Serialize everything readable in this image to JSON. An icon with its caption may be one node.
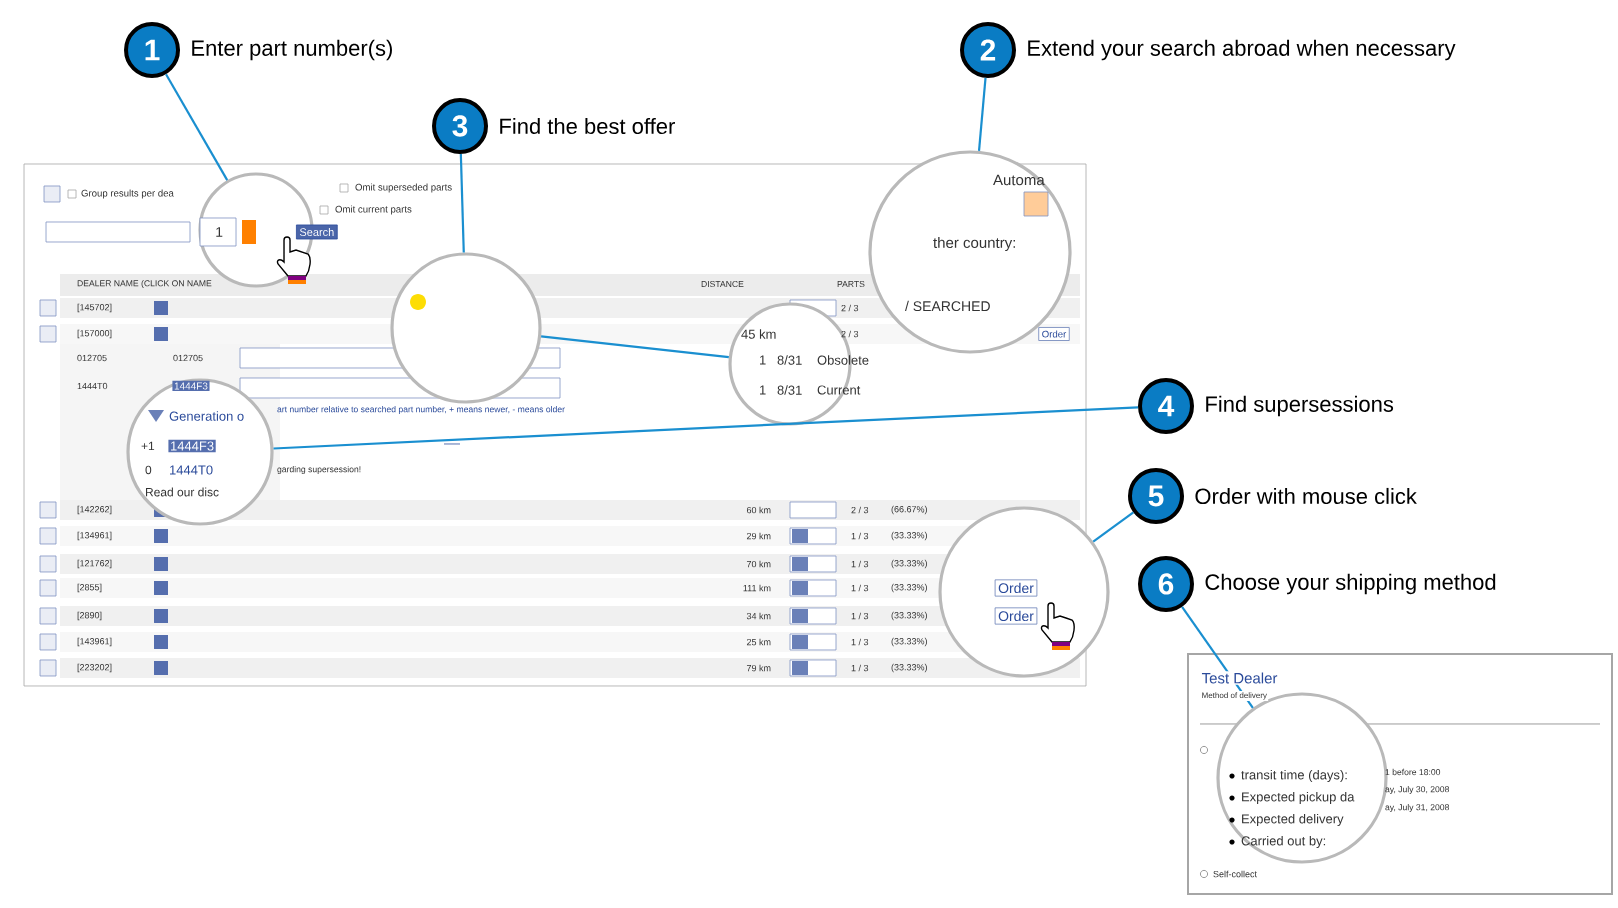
{
  "diagram": {
    "nodes": [
      {
        "text": [
          "1"
        ],
        "beside": [
          "Enter part number(s)"
        ]
      },
      {
        "text": [
          "2"
        ],
        "beside": [
          "Extend your search abroad when necessary"
        ]
      },
      {
        "text": [
          "3"
        ],
        "beside": [
          "Find the best offer"
        ]
      },
      {
        "text": [
          "4"
        ],
        "beside": [
          "Find supersessions"
        ]
      },
      {
        "text": [
          "5"
        ],
        "beside": [
          "Order with mouse click"
        ]
      },
      {
        "text": [
          "6"
        ],
        "beside": [
          "Choose your shipping method"
        ]
      },
      {
        "text": [],
        "shape": "circle"
      },
      {
        "text": [],
        "shape": "circle"
      },
      {
        "text": [],
        "shape": "circle"
      },
      {
        "text": [],
        "shape": "circle"
      },
      {
        "text": [],
        "shape": "circle"
      },
      {
        "text": [],
        "shape": "circle"
      },
      {
        "text": [],
        "shape": "circle"
      }
    ],
    "edges": [
      {
        "from": 0,
        "to": 6,
        "arrow": "none"
      },
      {
        "from": 1,
        "to": 7,
        "arrow": "none"
      },
      {
        "from": 2,
        "to": 8,
        "arrow": "none"
      },
      {
        "from": 8,
        "to": 9,
        "arrow": "none"
      },
      {
        "from": 3,
        "to": 10,
        "arrow": "none"
      },
      {
        "from": 4,
        "to": 11,
        "arrow": "none"
      },
      {
        "from": 5,
        "to": 12,
        "arrow": "none"
      }
    ],
    "labels": [
      "Group results per dea",
      "Omit superseded parts",
      "Omit current parts",
      "Automa",
      "1",
      "Search",
      "ther country:",
      "DEALER NAME (CLICK ON NAME",
      "DISTANCE",
      "PARTS",
      "[145702]",
      "2 / 3",
      "/ SEARCHED",
      "[157000]",
      "45 km",
      "2 / 3",
      "Order",
      "012705",
      "012705",
      "1",
      "8/31",
      "Obsolete",
      "1444T0",
      "1444F3",
      "1",
      "8/31",
      "Current",
      "Generation o",
      "art number relative to searched part number, + means newer, - means older",
      "+1",
      "1444F3",
      "0",
      "1444T0",
      "garding supersession!",
      "Read our disc",
      "[142262]",
      "60 km",
      "2 / 3",
      "(66.67%)",
      "[134961]",
      "29 km",
      "1 / 3",
      "(33.33%)",
      "[121762]",
      "70 km",
      "1 / 3",
      "(33.33%)",
      "[2855]",
      "111 km",
      "1 / 3",
      "(33.33%)",
      "[2890]",
      "34 km",
      "1 / 3",
      "(33.33%)",
      "[143961]",
      "25 km",
      "1 / 3",
      "(33.33%)",
      "[223202]",
      "79 km",
      "1 / 3",
      "(33.33%)",
      "Order",
      "Order",
      "Test Dealer",
      "Method of delivery",
      "transit time (days):",
      "1 before 18:00",
      "Expected pickup da",
      "ay, July 30, 2008",
      "Expected delivery",
      "ay, July 31, 2008",
      "Carried out by:",
      "Self-collect"
    ]
  }
}
